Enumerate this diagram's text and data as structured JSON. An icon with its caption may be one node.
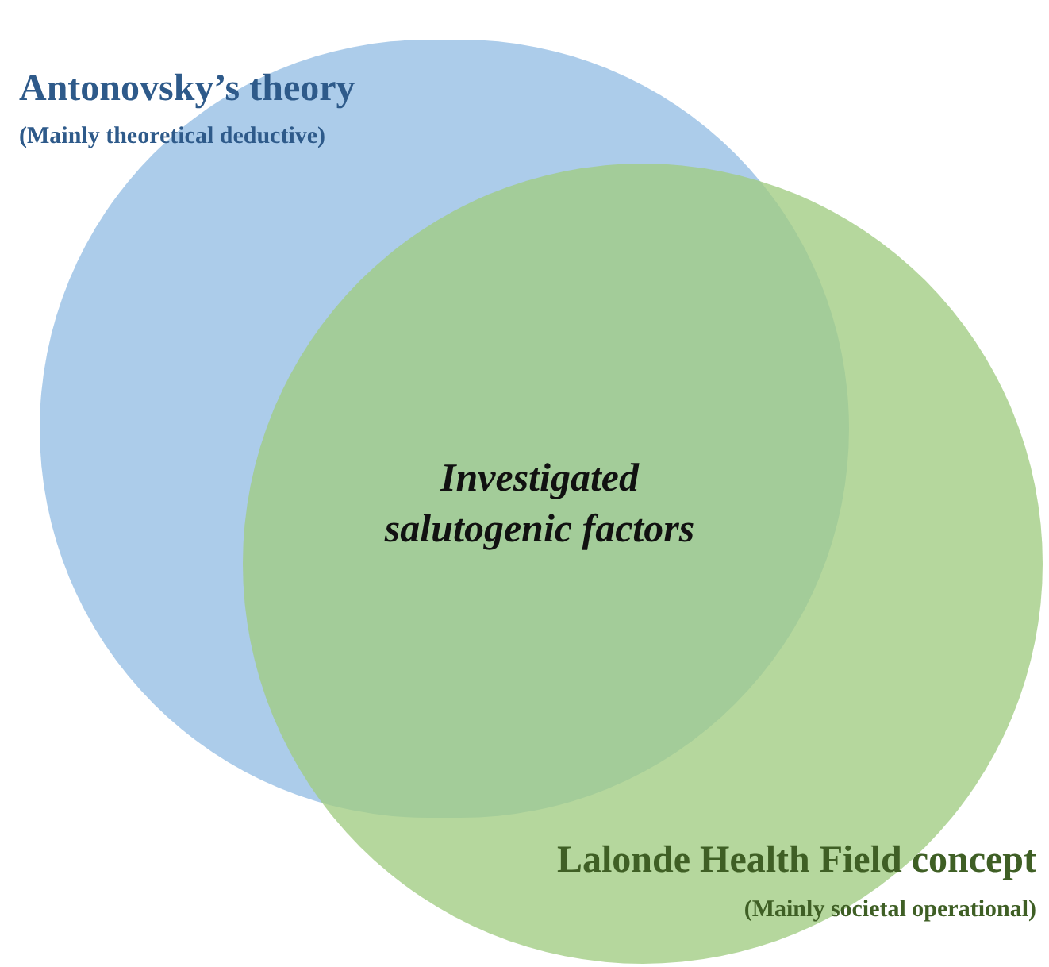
{
  "diagram": {
    "nodes": [
      {
        "text": [
          "Antonovsky’s theory",
          "(Mainly theoretical deductive)"
        ]
      },
      {
        "text": [
          "Lalonde Health Field concept",
          "(Mainly societal operational)"
        ]
      }
    ],
    "labels": [
      "Investigated salutogenic factors"
    ]
  }
}
